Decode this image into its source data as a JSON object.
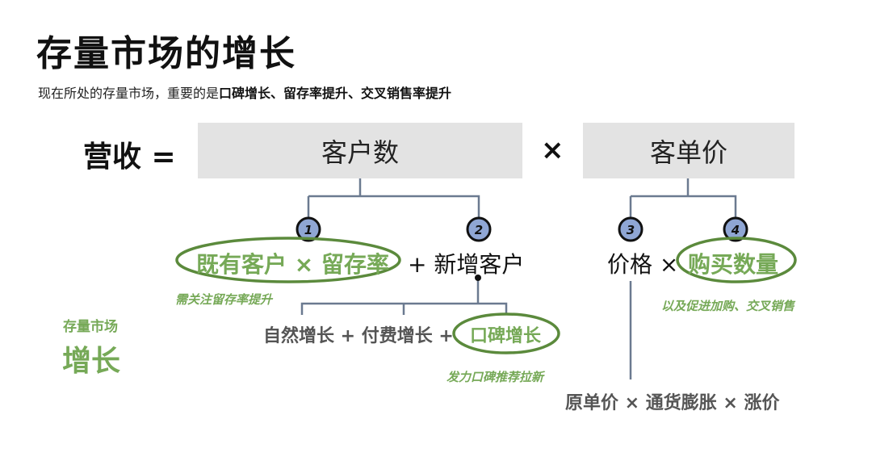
{
  "title": "存量市场的增长",
  "subtitle": {
    "prefix": "现在所处的存量市场，重要的是",
    "emphasis": "口碑增长、留存率提升、交叉销售率提升"
  },
  "formula": {
    "lhs": "营收 =",
    "box1": "客户数",
    "times": "×",
    "box2": "客单价"
  },
  "branches": {
    "n1": "1",
    "n2": "2",
    "n3": "3",
    "n4": "4",
    "existing": "既有客户 × 留存率",
    "plus_new": "+ 新增客户",
    "existing_note": "需关注留存率提升",
    "growth_types": "自然增长 + 付费增长 + ",
    "word_of_mouth": "口碑增长",
    "wom_note": "发力口碑推荐拉新",
    "price": "价格 ×",
    "quantity": "购买数量",
    "quantity_note": "以及促进加购、交叉销售",
    "price_breakdown": "原单价 × 通货膨胀 × 涨价"
  },
  "side_label": {
    "small": "存量市场",
    "large": "增长"
  },
  "colors": {
    "green": "#76a957",
    "ellipse": "#5b8a3c",
    "box": "#e3e3e3",
    "line": "#6b7a90",
    "circle": "#8fa6d4"
  }
}
